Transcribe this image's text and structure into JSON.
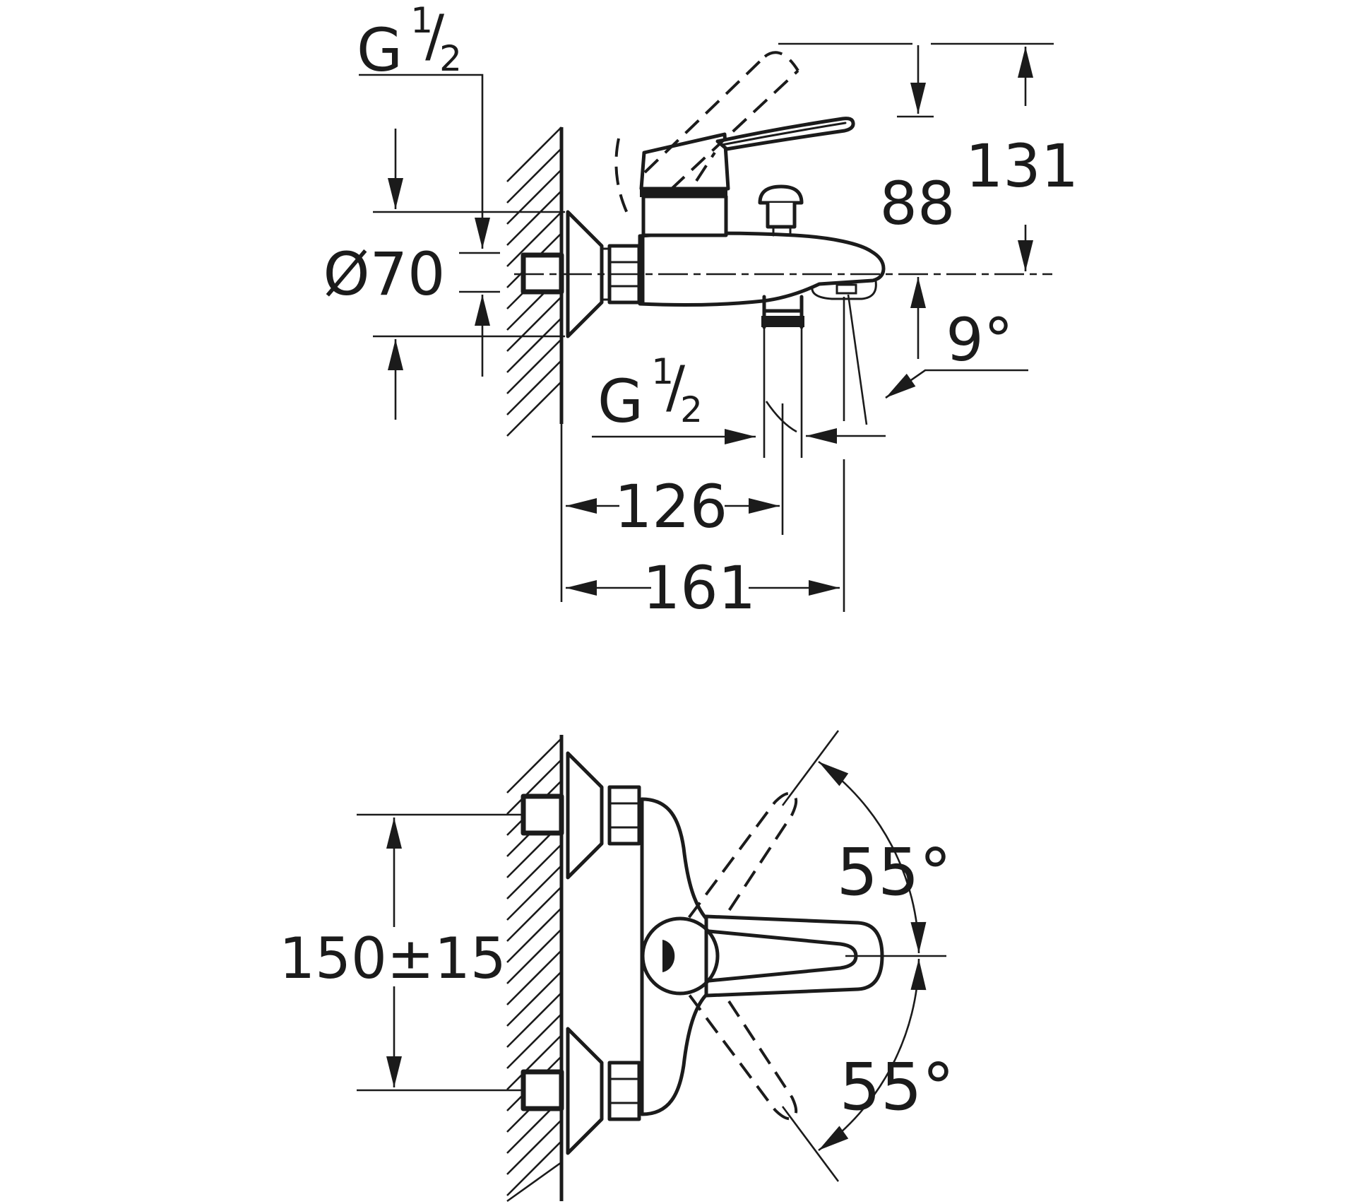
{
  "document": {
    "type": "technical-dimension-drawing",
    "product": "wall-mounted single-lever bath mixer",
    "colors": {
      "line": "#1b1b1b",
      "background": "#ffffff"
    }
  },
  "labels": {
    "supply_thread": {
      "base": "G",
      "num": "1",
      "slash": "/",
      "den": "2"
    },
    "outlet_thread": {
      "base": "G",
      "num": "1",
      "slash": "/",
      "den": "2"
    },
    "flange_diameter": "Ø70",
    "handle_drop_height": "88",
    "total_height": "131",
    "spout_angle": "9°",
    "shower_outlet_projection": "126",
    "spout_projection": "161",
    "hole_distance": "150±15",
    "handle_swing_up": "55°",
    "handle_swing_down": "55°"
  }
}
